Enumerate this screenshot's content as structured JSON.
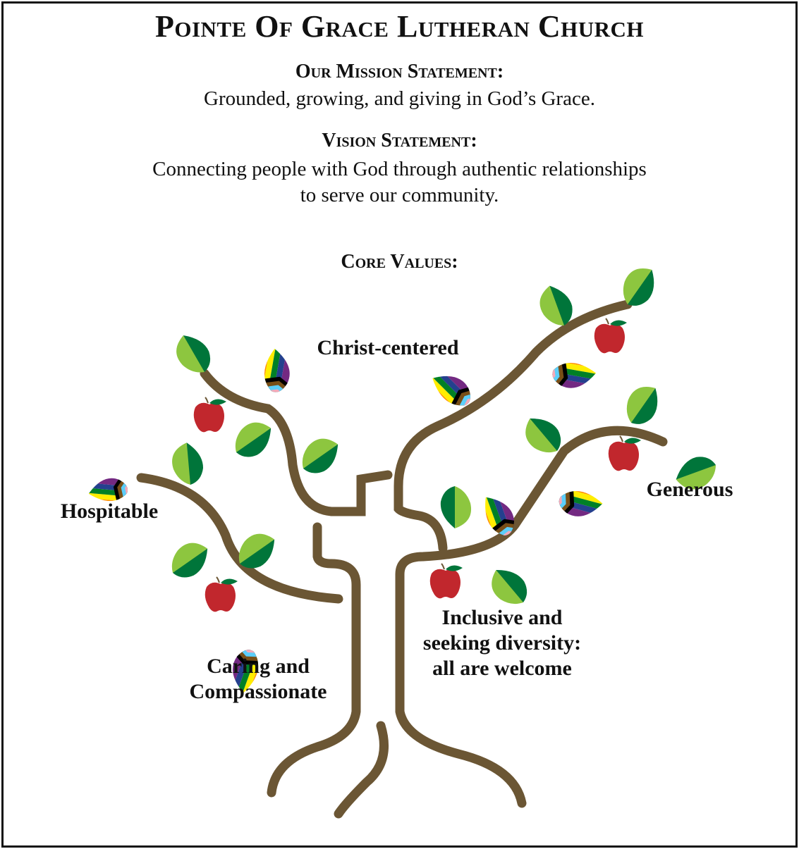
{
  "title": "Pointe Of Grace Lutheran Church",
  "mission": {
    "heading": "Our Mission Statement:",
    "text": "Grounded, growing, and giving in God’s Grace."
  },
  "vision": {
    "heading": "Vision Statement:",
    "line1": "Connecting people with God through authentic relationships",
    "line2": "to serve our community."
  },
  "core_values": {
    "heading": "Core Values:",
    "christ": "Christ-centered",
    "hospitable": "Hospitable",
    "generous": "Generous",
    "caring1": "Caring and",
    "caring2": "Compassionate",
    "inclusive1": "Inclusive and",
    "inclusive2": "seeking diversity:",
    "inclusive3": "all are welcome"
  },
  "colors": {
    "trunk": "#6b5634",
    "leaf_light": "#8dc63f",
    "leaf_dark": "#00753a",
    "apple": "#c1272d"
  }
}
